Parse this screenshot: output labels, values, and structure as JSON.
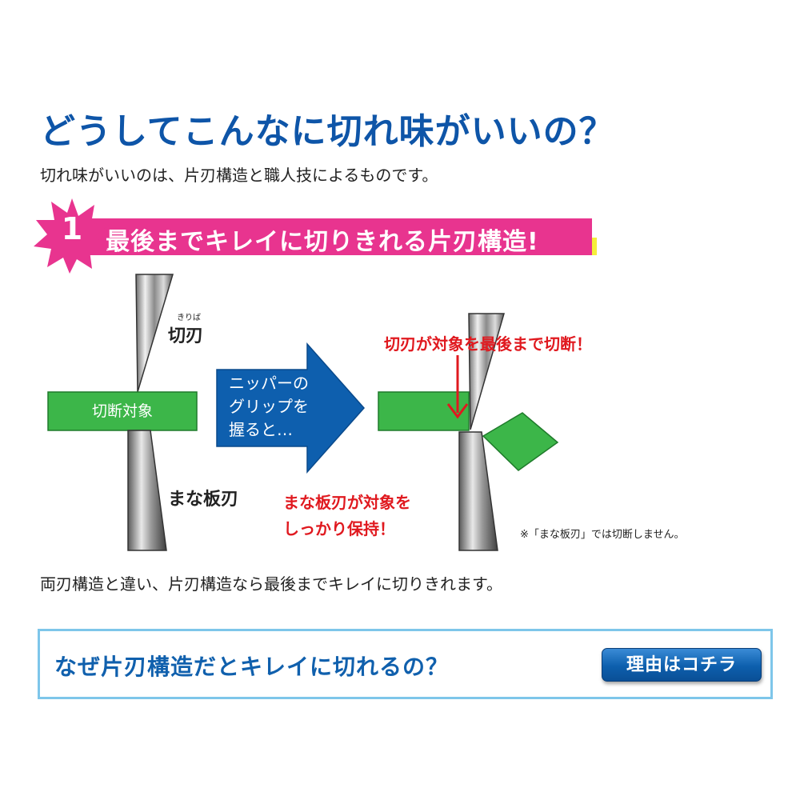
{
  "title": "どうしてこんなに切れ味がいいの？",
  "intro": "切れ味がいいのは、片刃構造と職人技によるものです。",
  "section": {
    "number": "1",
    "title": "最後までキレイに切りきれる片刃構造!"
  },
  "diagram": {
    "ruby_label": "きりば",
    "blade_top_label": "切刃",
    "target_label": "切断対象",
    "blade_bottom_label": "まな板刃",
    "arrow_lines": [
      "ニッパーの",
      "グリップを",
      "握ると…"
    ],
    "cut_note": "切刃が対象を最後まで切断！",
    "hold_note_lines": [
      "まな板刃が対象を",
      "しっかり保持！"
    ],
    "footnote": "※「まな板刃」では切断しません。"
  },
  "summary": "両刃構造と違い、片刃構造なら最後までキレイに切りきれます。",
  "question": {
    "text": "なぜ片刃構造だとキレイに切れるの？",
    "button_label": "理由はコチラ"
  },
  "colors": {
    "title_blue": "#0e55a8",
    "accent_pink": "#e8348f",
    "highlight_yellow": "#f5ee3a",
    "target_green": "#3cb649",
    "arrow_blue": "#0e5fae",
    "warning_red": "#e0191f",
    "box_border": "#7ec6ea"
  }
}
